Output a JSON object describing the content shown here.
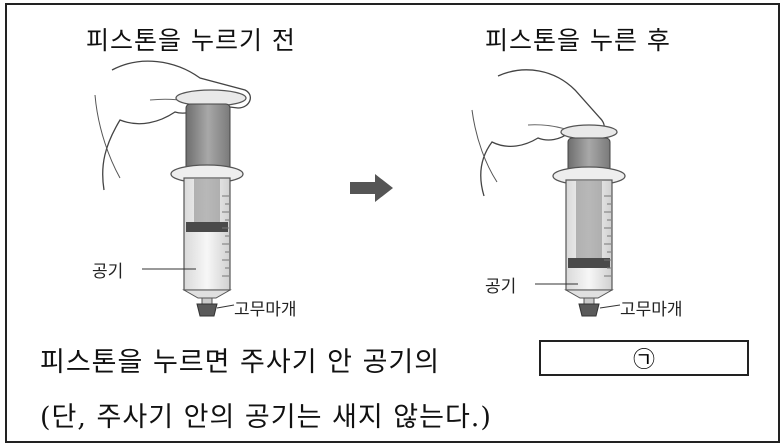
{
  "diagram": {
    "before_title": "피스톤을 누르기 전",
    "after_title": "피스톤을 누른 후",
    "before_labels": {
      "air": "공기",
      "stopper": "고무마개"
    },
    "after_labels": {
      "air": "공기",
      "stopper": "고무마개"
    },
    "arrow_icon": "right-arrow-icon"
  },
  "question": {
    "sentence": "피스톤을 누르면 주사기 안 공기의",
    "blank_symbol": "㉠",
    "note": "(단, 주사기 안의 공기는 새지 않는다.)"
  }
}
